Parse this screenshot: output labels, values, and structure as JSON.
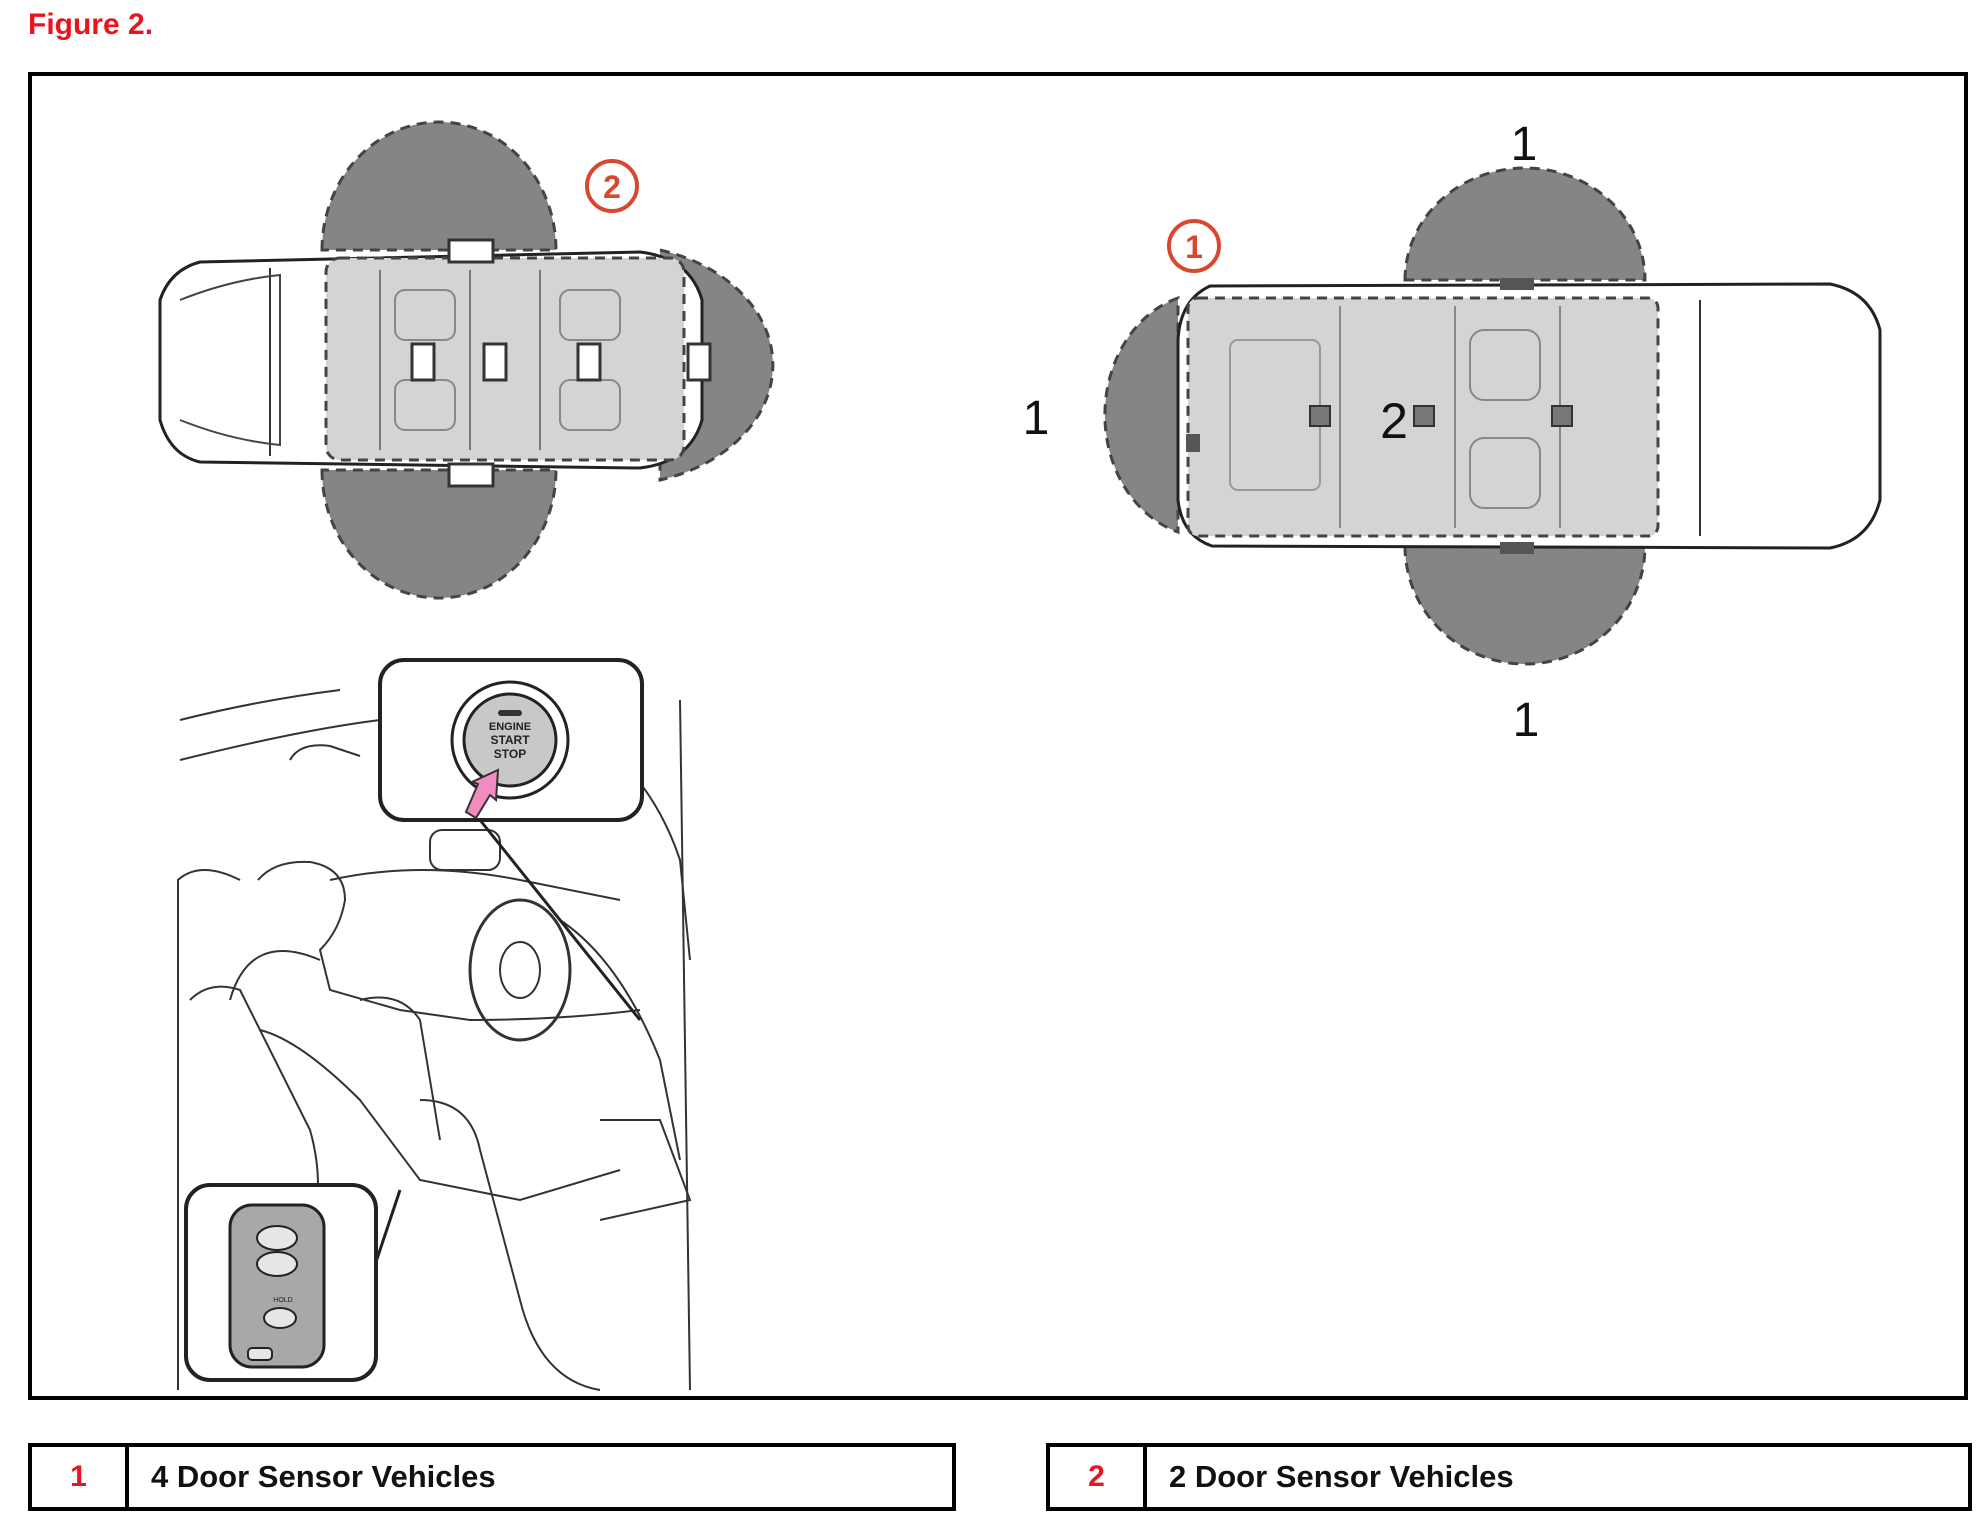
{
  "figure_title": "Figure 2.",
  "diagram": {
    "car_left_callout": "2",
    "car_right_callout": "1",
    "zone_label_left": "1",
    "zone_label_top": "1",
    "zone_label_bottom": "1",
    "interior_label": "2",
    "button_text_line1": "ENGINE",
    "button_text_line2": "START",
    "button_text_line3": "STOP",
    "key_fob_text": "HOLD"
  },
  "legend": [
    {
      "number": "1",
      "label": "4 Door Sensor Vehicles"
    },
    {
      "number": "2",
      "label": "2 Door Sensor Vehicles"
    }
  ],
  "colors": {
    "accent_red": "#e8141e",
    "callout_red": "#d9472f",
    "zone_gray": "#858585",
    "cabin_gray": "#d4d4d4"
  }
}
